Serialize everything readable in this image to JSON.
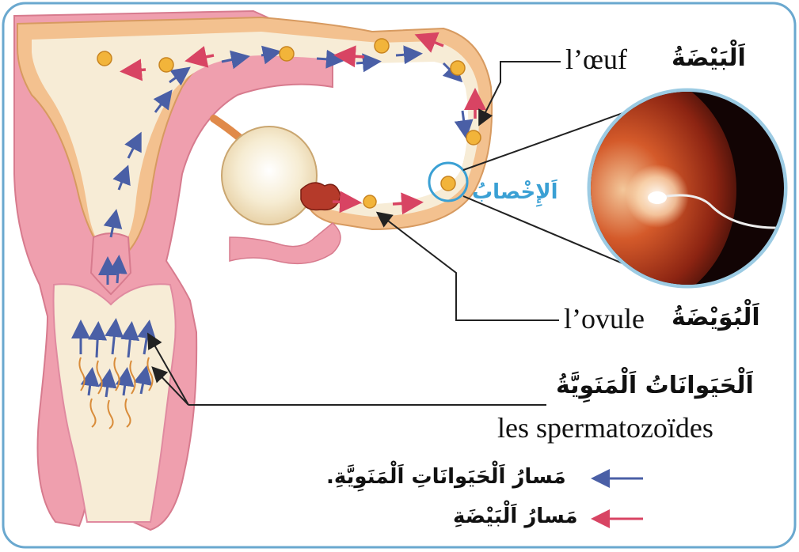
{
  "labels": {
    "oeuf_fr": "l’œuf",
    "oeuf_ar": "اَلْبَيْضَةُ",
    "fecondation_ar": "اَلإِخْصابُ",
    "ovule_fr": "l’ovule",
    "ovule_ar": "اَلْبُوَيْضَةُ",
    "sperm_ar": "اَلْحَيَوانَاتُ اَلْمَنَوِيَّةُ",
    "sperm_fr": "les spermatozoïdes"
  },
  "legend": [
    {
      "text": "مَسارُ اَلْحَيَوانَاتِ اَلْمَنَوِيَّةِ.",
      "color": "#4a5fa6"
    },
    {
      "text": "مَسارُ اَلْبَيْضَةِ",
      "color": "#d84463"
    }
  ],
  "colors": {
    "frame": "#6aa8cf",
    "uterus_wall": "#ef9fae",
    "tube": "#f3c18f",
    "lumen": "#f7ecd6",
    "sperm_path": "#4a5fa6",
    "egg_path": "#d84463",
    "egg": "#f2b43a",
    "fecondation": "#3aa0d4"
  }
}
